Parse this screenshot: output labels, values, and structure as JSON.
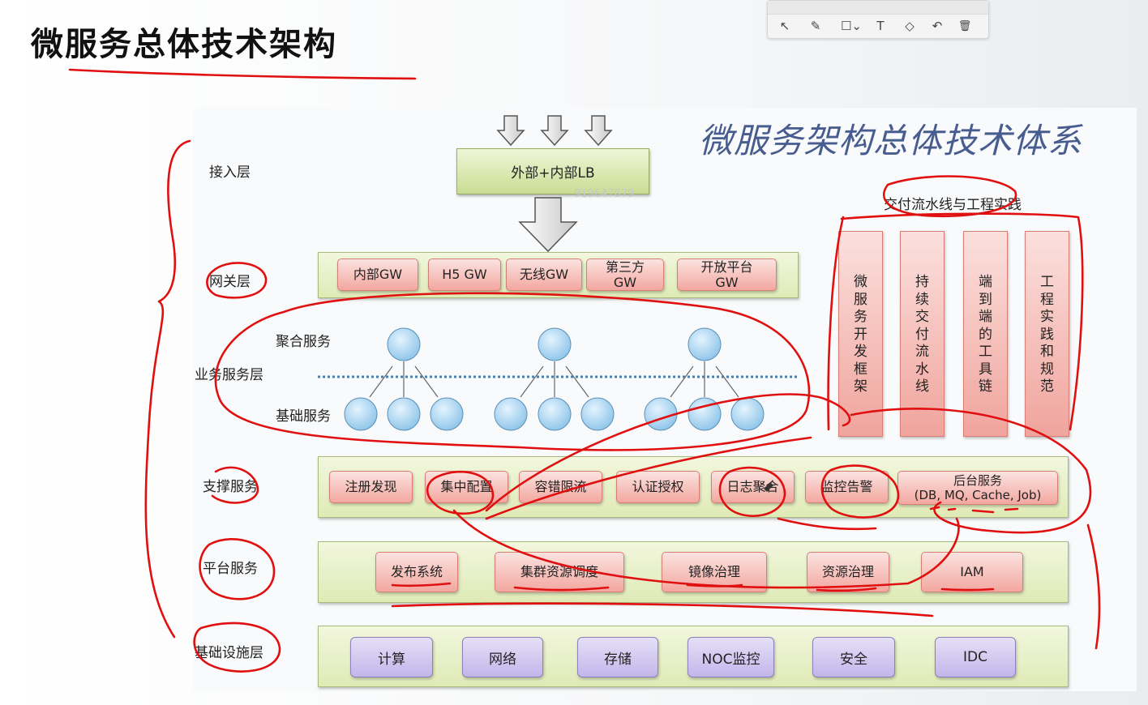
{
  "page_title": "微服务总体技术架构",
  "slide_title": "微服务架构总体技术体系",
  "watermark": "919647879",
  "toolbar": {
    "tools": [
      {
        "name": "pointer-icon",
        "glyph": "↖"
      },
      {
        "name": "pen-icon",
        "glyph": "✎"
      },
      {
        "name": "shape-icon",
        "glyph": "☐⌄"
      },
      {
        "name": "text-icon",
        "glyph": "T"
      },
      {
        "name": "eraser-icon",
        "glyph": "◇"
      },
      {
        "name": "undo-icon",
        "glyph": "↶"
      },
      {
        "name": "trash-icon",
        "glyph": "🗑"
      }
    ]
  },
  "layers": {
    "access": "接入层",
    "gateway": "网关层",
    "business": "业务服务层",
    "support": "支撑服务",
    "platform": "平台服务",
    "infra": "基础设施层"
  },
  "lb_label": "外部+内部LB",
  "gateways": [
    "内部GW",
    "H5 GW",
    "无线GW",
    "第三方\nGW",
    "开放平台\nGW"
  ],
  "business": {
    "aggregate": "聚合服务",
    "basic": "基础服务"
  },
  "support_services": [
    "注册发现",
    "集中配置",
    "容错限流",
    "认证授权",
    "日志聚合",
    "监控告警",
    "后台服务\n(DB, MQ, Cache, Job)"
  ],
  "platform_services": [
    "发布系统",
    "集群资源调度",
    "镜像治理",
    "资源治理",
    "IAM"
  ],
  "infrastructure": [
    "计算",
    "网络",
    "存储",
    "NOC监控",
    "安全",
    "IDC"
  ],
  "pipeline": {
    "title": "交付流水线与工程实践",
    "columns": [
      "微服务开发框架",
      "持续交付流水线",
      "端到端的工具链",
      "工程实践和规范"
    ]
  },
  "colors": {
    "annotation_red": "#e01010",
    "node_blue": "#9fd0ef",
    "title_blue": "#475c8f"
  }
}
